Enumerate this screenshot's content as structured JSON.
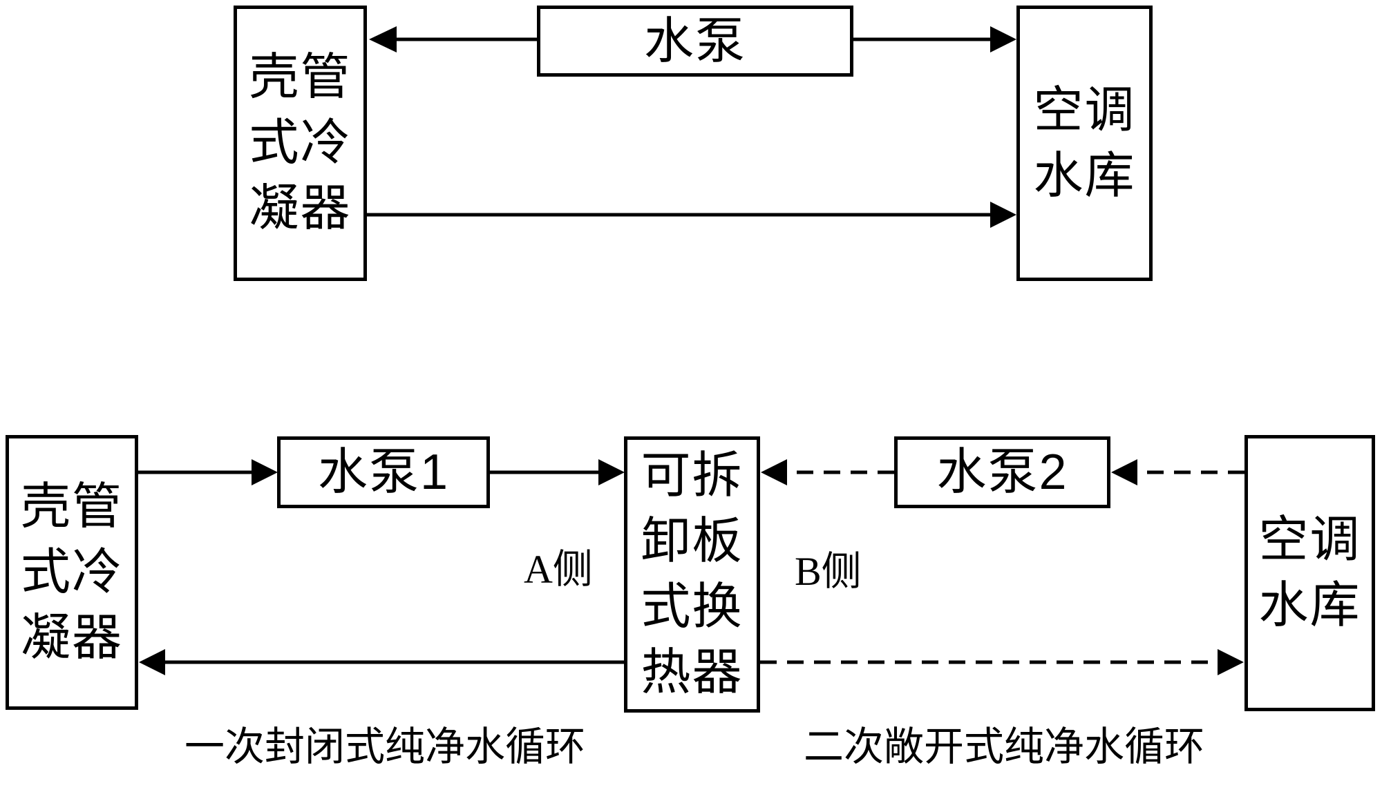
{
  "colors": {
    "line": "#000000",
    "background": "#ffffff",
    "text": "#000000"
  },
  "diagram_top": {
    "condenser": {
      "lines": [
        "壳管",
        "式冷",
        "凝器"
      ]
    },
    "pump": {
      "label": "水泵"
    },
    "reservoir": {
      "lines": [
        "空调",
        "水库"
      ]
    }
  },
  "diagram_bottom": {
    "condenser": {
      "lines": [
        "壳管",
        "式冷",
        "凝器"
      ]
    },
    "pump1": {
      "label": "水泵1"
    },
    "heat_exchanger": {
      "lines": [
        "可拆",
        "卸板",
        "式换",
        "热器"
      ]
    },
    "pump2": {
      "label": "水泵2"
    },
    "reservoir": {
      "lines": [
        "空调",
        "水库"
      ]
    },
    "side_a_label": "A侧",
    "side_b_label": "B侧",
    "caption_primary": "一次封闭式纯净水循环",
    "caption_secondary": "二次敞开式纯净水循环"
  }
}
